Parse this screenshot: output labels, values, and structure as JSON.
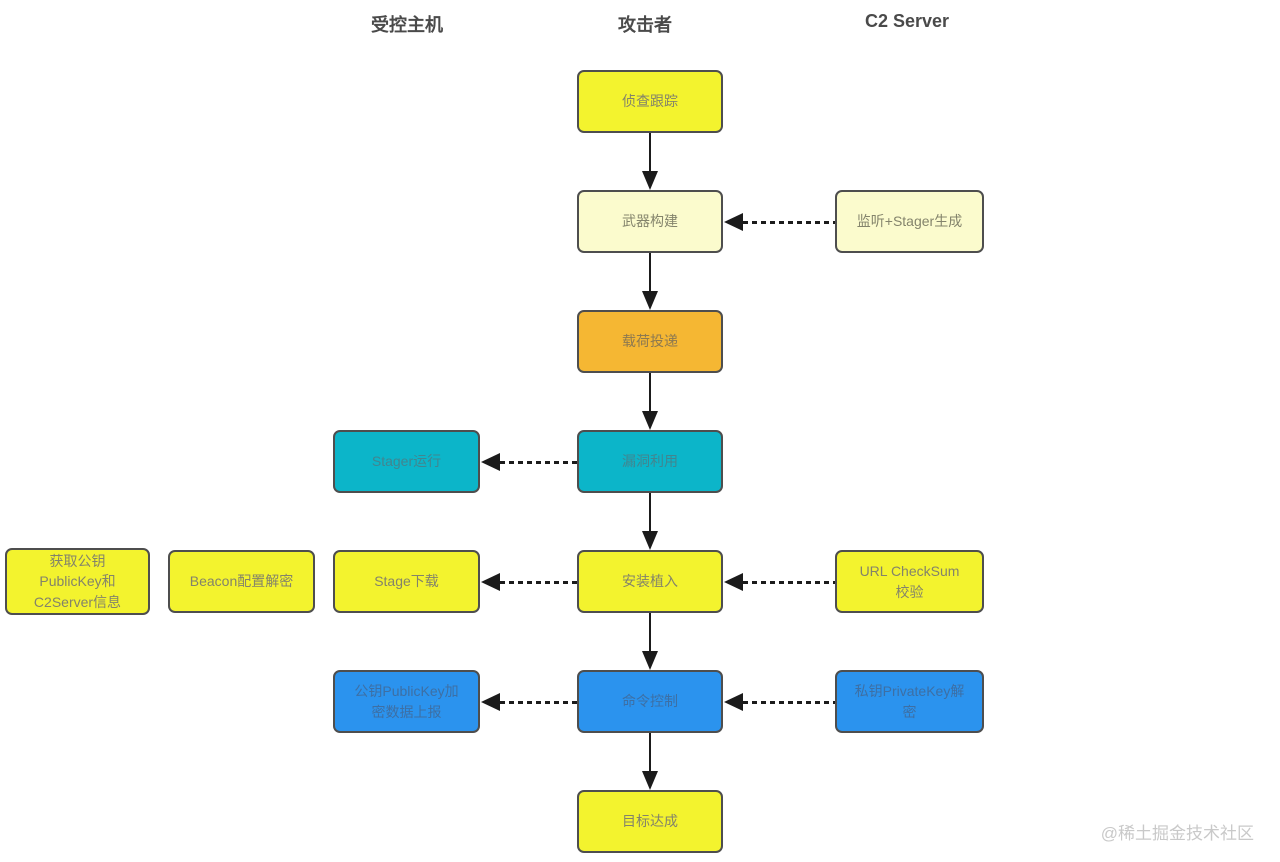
{
  "headers": [
    {
      "label": "受控主机"
    },
    {
      "label": "攻击者"
    },
    {
      "label": "C2 Server"
    }
  ],
  "nodes": {
    "recon": {
      "label": "侦查跟踪",
      "color": "#f3f32e"
    },
    "weaponize": {
      "label": "武器构建",
      "color": "#fbfbcd"
    },
    "delivery": {
      "label": "载荷投递",
      "color": "#f5b733"
    },
    "exploit": {
      "label": "漏洞利用",
      "color": "#0cb5c9"
    },
    "install": {
      "label": "安装植入",
      "color": "#f3f32e"
    },
    "command_control": {
      "label": "命令控制",
      "color": "#2b93ee"
    },
    "goal": {
      "label": "目标达成",
      "color": "#f3f32e"
    },
    "stager_run": {
      "label": "Stager运行",
      "color": "#0cb5c9"
    },
    "stage_download": {
      "label": "Stage下载",
      "color": "#f3f32e"
    },
    "beacon_decrypt": {
      "label": "Beacon配置解密",
      "color": "#f3f32e"
    },
    "get_pubkey": {
      "label": "获取公钥\nPublicKey和\nC2Server信息",
      "color": "#f3f32e"
    },
    "pubkey_report": {
      "label": "公钥PublicKey加\n密数据上报",
      "color": "#2b93ee"
    },
    "listen_stager": {
      "label": "监听+Stager生成",
      "color": "#fbfbcd"
    },
    "url_checksum": {
      "label": "URL CheckSum\n校验",
      "color": "#f3f32e"
    },
    "privkey_decrypt": {
      "label": "私钥PrivateKey解\n密",
      "color": "#2b93ee"
    }
  },
  "edges": {
    "solid_down": [
      {
        "from": "recon",
        "to": "weaponize"
      },
      {
        "from": "weaponize",
        "to": "delivery"
      },
      {
        "from": "delivery",
        "to": "exploit"
      },
      {
        "from": "exploit",
        "to": "install"
      },
      {
        "from": "install",
        "to": "command_control"
      },
      {
        "from": "command_control",
        "to": "goal"
      }
    ],
    "dashed": [
      {
        "from": "listen_stager",
        "to": "weaponize"
      },
      {
        "from": "exploit",
        "to": "stager_run"
      },
      {
        "from": "url_checksum",
        "to": "install"
      },
      {
        "from": "install",
        "to": "stage_download"
      },
      {
        "from": "privkey_decrypt",
        "to": "command_control"
      },
      {
        "from": "command_control",
        "to": "pubkey_report"
      }
    ]
  },
  "colors": {
    "yellow": "#f3f32e",
    "cream": "#fbfbcd",
    "orange": "#f5b733",
    "teal": "#0cb5c9",
    "blue": "#2b93ee",
    "node_border": "#4e4e4e",
    "arrow": "#1b1b1b",
    "header_text": "#4a4a4a",
    "watermark": "#c9c9c9"
  },
  "watermark": "@稀土掘金技术社区"
}
